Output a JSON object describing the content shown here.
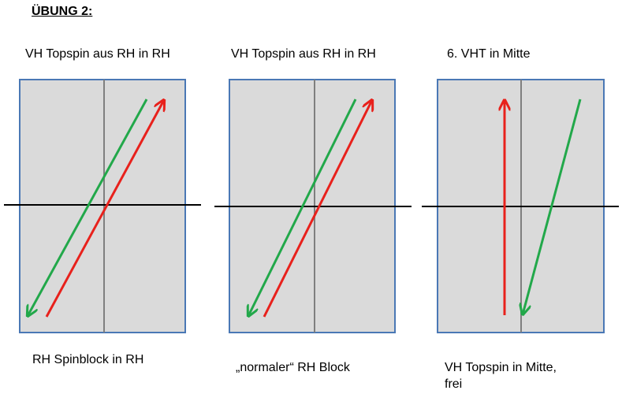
{
  "title": "ÜBUNG 2:",
  "colors": {
    "table_fill": "#dadada",
    "table_border": "#4a78b5",
    "net_line": "#000000",
    "center_line": "#7f7f7f",
    "arrow_green": "#22a84a",
    "arrow_red": "#e8211c"
  },
  "panels": [
    {
      "top_label": "VH Topspin aus RH in RH",
      "bottom_label": "RH Spinblock  in RH"
    },
    {
      "top_label": "VH Topspin aus RH in RH",
      "bottom_label": "„normaler“ RH Block"
    },
    {
      "top_label": "6. VHT in Mitte",
      "bottom_label": "VH Topspin in Mitte,\nfrei"
    }
  ]
}
